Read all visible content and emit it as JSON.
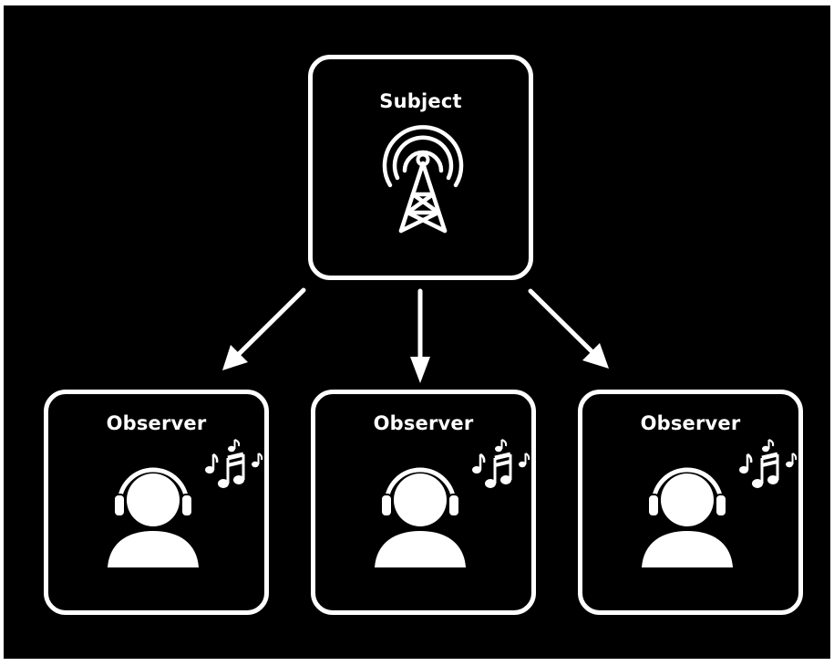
{
  "diagram": {
    "subject": {
      "title": "Subject",
      "icon": "radio-tower-icon"
    },
    "observers": [
      {
        "title": "Observer",
        "icon": "listener-headphones-icon",
        "note_icon": "music-notes-icon"
      },
      {
        "title": "Observer",
        "icon": "listener-headphones-icon",
        "note_icon": "music-notes-icon"
      },
      {
        "title": "Observer",
        "icon": "listener-headphones-icon",
        "note_icon": "music-notes-icon"
      }
    ],
    "colors": {
      "background": "#000000",
      "foreground": "#ffffff",
      "frame": "#ffffff"
    }
  }
}
